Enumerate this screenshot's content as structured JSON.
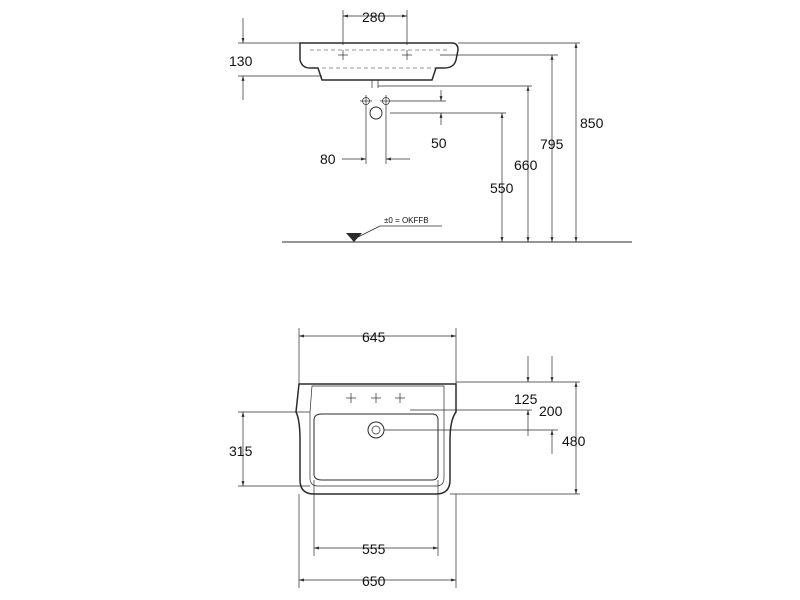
{
  "side_view": {
    "dimensions": {
      "tap_spacing": "280",
      "basin_depth": "130",
      "total_height": "850",
      "rim_height": "795",
      "outlet_height": "660",
      "supply_height": "550",
      "supply_gap": "50",
      "supply_spacing": "80"
    },
    "floor_label": "±0 = OKFFB"
  },
  "top_view": {
    "dimensions": {
      "inner_width": "645",
      "rear_to_tapholes": "125",
      "rear_to_waste": "200",
      "total_depth": "480",
      "bowl_depth": "315",
      "bowl_width": "555",
      "total_width": "650"
    }
  }
}
